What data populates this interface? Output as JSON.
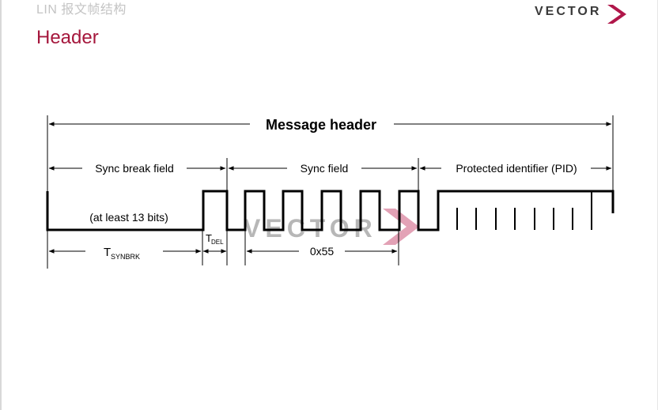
{
  "slide": {
    "subtitle": "LIN 报文帧结构",
    "title": "Header",
    "logo_text": "VECTOR",
    "watermark_text": "VECTOR"
  },
  "diagram": {
    "message_header_label": "Message header",
    "sync_break_field_label": "Sync break field",
    "sync_field_label": "Sync field",
    "pid_label": "Protected identifier (PID)",
    "at_least_label": "(at least 13 bits)",
    "t_synbrk_main": "T",
    "t_synbrk_sub": "SYNBRK",
    "t_del_main": "T",
    "t_del_sub": "DEL",
    "hex_label": "0x55"
  },
  "colors": {
    "title": "#a5173c",
    "subtitle": "#c4c4c4",
    "logo_chevron": "#b0174a",
    "watermark_chevron": "#d77a97",
    "watermark_text": "#9a9a9a",
    "line": "#000000"
  }
}
